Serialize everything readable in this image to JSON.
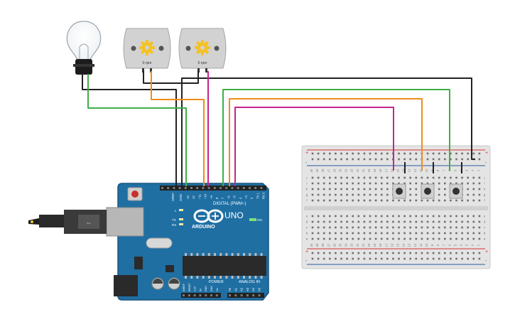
{
  "colors": {
    "board": "#1f6fa3",
    "board_dark": "#17557e",
    "breadboard": "#e3e3e3",
    "rail_red": "#d9342b",
    "rail_blue": "#2c5aa0",
    "wire_black": "#222222",
    "wire_green": "#3fae49",
    "wire_orange": "#f08c1c",
    "wire_magenta": "#c4258f",
    "motor_body": "#d2d2d2",
    "gear": "#f5c223"
  },
  "motors": [
    {
      "rpm_label": "0 rpm"
    },
    {
      "rpm_label": "0 rpm"
    }
  ],
  "arduino": {
    "brand": "ARDUINO",
    "model": "UNO",
    "digital_label": "DIGITAL (PWM~)",
    "on_label": "ON",
    "tx_label": "TX",
    "rx_label": "RX",
    "l_label": "L",
    "aref_label": "AREF",
    "gnd_label": "GND",
    "power_label": "POWER",
    "analog_label": "ANALOG IN",
    "power_pins": [
      "IOREF",
      "RESET",
      "3.3V",
      "5V",
      "GND",
      "GND",
      "Vin"
    ],
    "analog_pins": [
      "A0",
      "A1",
      "A2",
      "A3",
      "A4",
      "A5"
    ],
    "digital_pins": [
      "13",
      "12",
      "~11",
      "~10",
      "~9",
      "8",
      "7",
      "~6",
      "~5",
      "4",
      "~3",
      "2",
      "TX 1",
      "RX 0"
    ]
  },
  "breadboard": {
    "col_labels": [
      "30",
      "29",
      "28",
      "27",
      "26",
      "25",
      "24",
      "23",
      "22",
      "21",
      "20",
      "19",
      "18",
      "17",
      "16",
      "15",
      "14",
      "13",
      "12",
      "11",
      "10",
      "9",
      "8",
      "7",
      "6",
      "5",
      "4",
      "3",
      "2",
      "1"
    ],
    "row_labels_top": [
      "j",
      "i",
      "h",
      "g",
      "f"
    ],
    "row_labels_bottom": [
      "e",
      "d",
      "c",
      "b",
      "a"
    ],
    "rail_plus": "+",
    "rail_minus": "-"
  }
}
